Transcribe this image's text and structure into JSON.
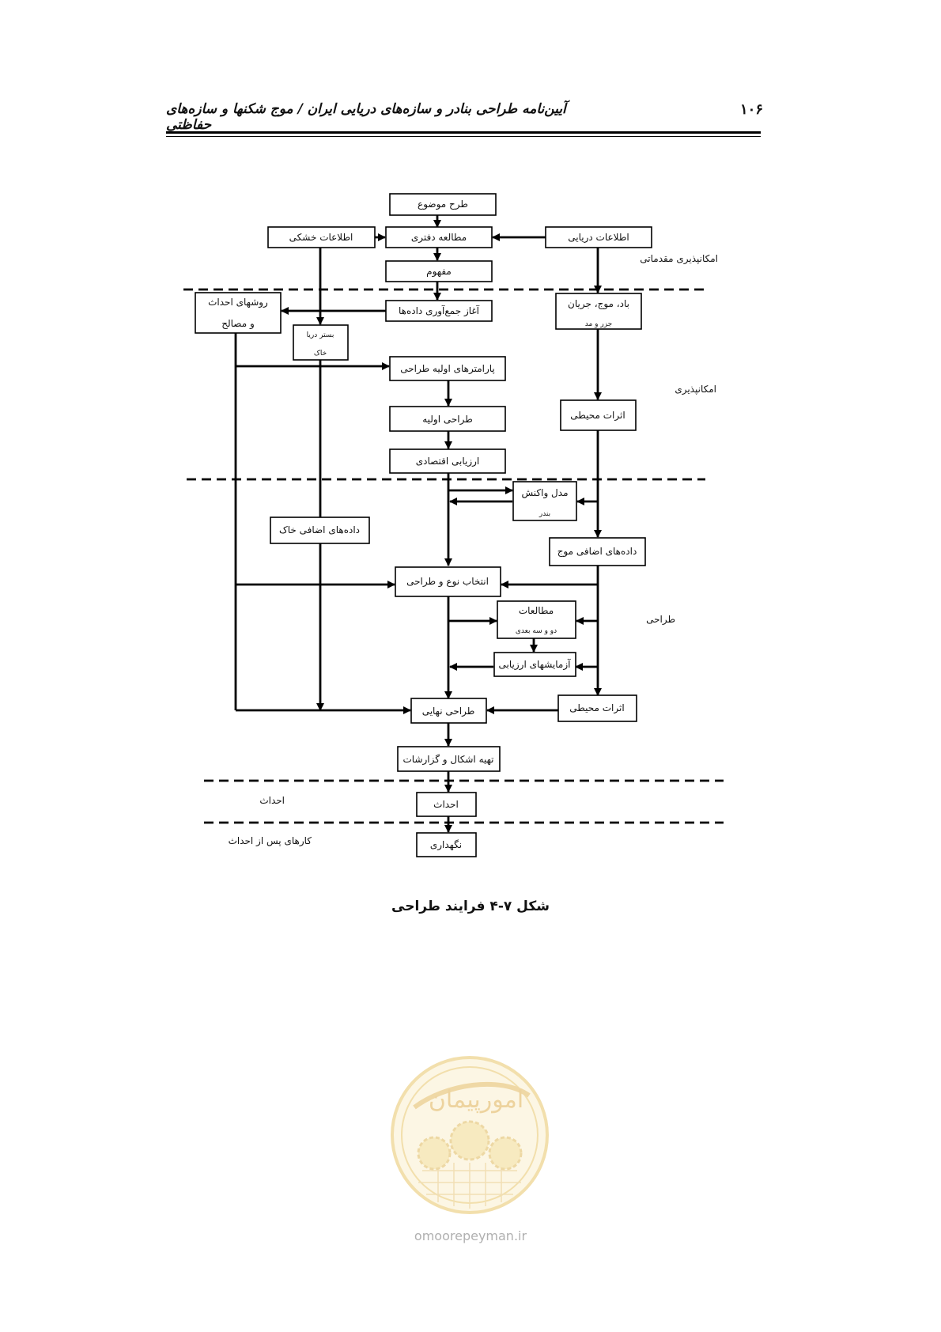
{
  "header": {
    "title": "آیین‌نامه طراحی بنادر و سازه‌های دریایی ایران / موج شکنها و سازه‌های حفاظتی",
    "page_number": "۱۰۶"
  },
  "nodes": {
    "n1": "طرح موضوع",
    "n2": "اطلاعات خشکی",
    "n3": "مطالعه دفتری",
    "n4": "اطلاعات دریایی",
    "n5": "مفهوم",
    "n6a": "روشهای احداث",
    "n6b": "و مصالح",
    "n7": "آغاز جمع‌آوری داده‌ها",
    "n8a": "باد، موج، جریان",
    "n8b": "جزر و مد",
    "n9a": "بستر دریا",
    "n9b": "خاک",
    "n10": "پارامترهای اولیه طراحی",
    "n11": "طراحی اولیه",
    "n12": "اثرات محیطی",
    "n13": "ارزیابی اقتصادی",
    "n14a": "مدل واکنش",
    "n14b": "بندر",
    "n15": "داده‌های اضافی خاک",
    "n16": "داده‌های اضافی موج",
    "n17": "انتخاب نوع و طراحی",
    "n18a": "مطالعات",
    "n18b": "دو و سه بعدی",
    "n19": "آزمایشهای ارزیابی",
    "n20": "طراحی نهایی",
    "n21": "اثرات محیطی",
    "n22": "تهیه اشکال و گزارشات",
    "n23": "احداث",
    "n24": "نگهداری"
  },
  "phases": {
    "p1": "امکانپذیری مقدماتی",
    "p2": "امکانپذیری",
    "p3": "طراحی",
    "p4": "احداث",
    "p5": "کارهای پس از احداث"
  },
  "caption": "شکل ۷-۴ فرایند طراحی",
  "watermark": {
    "logo_text": "امورپیمان",
    "url": "omoorepeyman.ir"
  }
}
